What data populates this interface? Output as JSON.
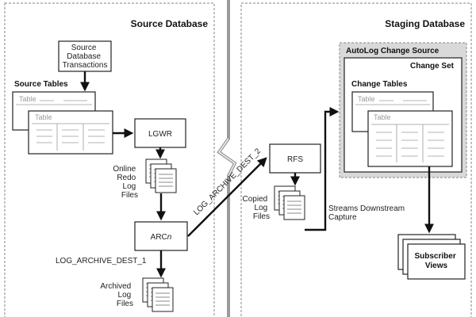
{
  "regions": {
    "source_title": "Source Database",
    "staging_title": "Staging Database"
  },
  "nodes": {
    "source_txn": [
      "Source",
      "Database",
      "Transactions"
    ],
    "source_tables_label": "Source Tables",
    "table_label": "Table",
    "lgwr": "LGWR",
    "online_redo": [
      "Online",
      "Redo",
      "Log",
      "Files"
    ],
    "arcn_prefix": "ARC",
    "arcn_suffix": "n",
    "log_archive_dest_1": "LOG_ARCHIVE_DEST_1",
    "archived_logs": [
      "Archived",
      "Log",
      "Files"
    ],
    "log_archive_dest_2": "LOG_ARCHIVE_DEST_2",
    "rfs": "RFS",
    "copied_logs": [
      "Copied",
      "Log",
      "Files"
    ],
    "streams_capture": [
      "Streams Downstream",
      "Capture"
    ],
    "autolog_source": "AutoLog Change Source",
    "change_set": "Change Set",
    "change_tables_label": "Change Tables",
    "subscriber_views": [
      "Subscriber",
      "Views"
    ]
  },
  "colors": {
    "stroke": "#111111",
    "muted": "#9a9a9a",
    "autolog_fill": "#d9d9d9"
  }
}
